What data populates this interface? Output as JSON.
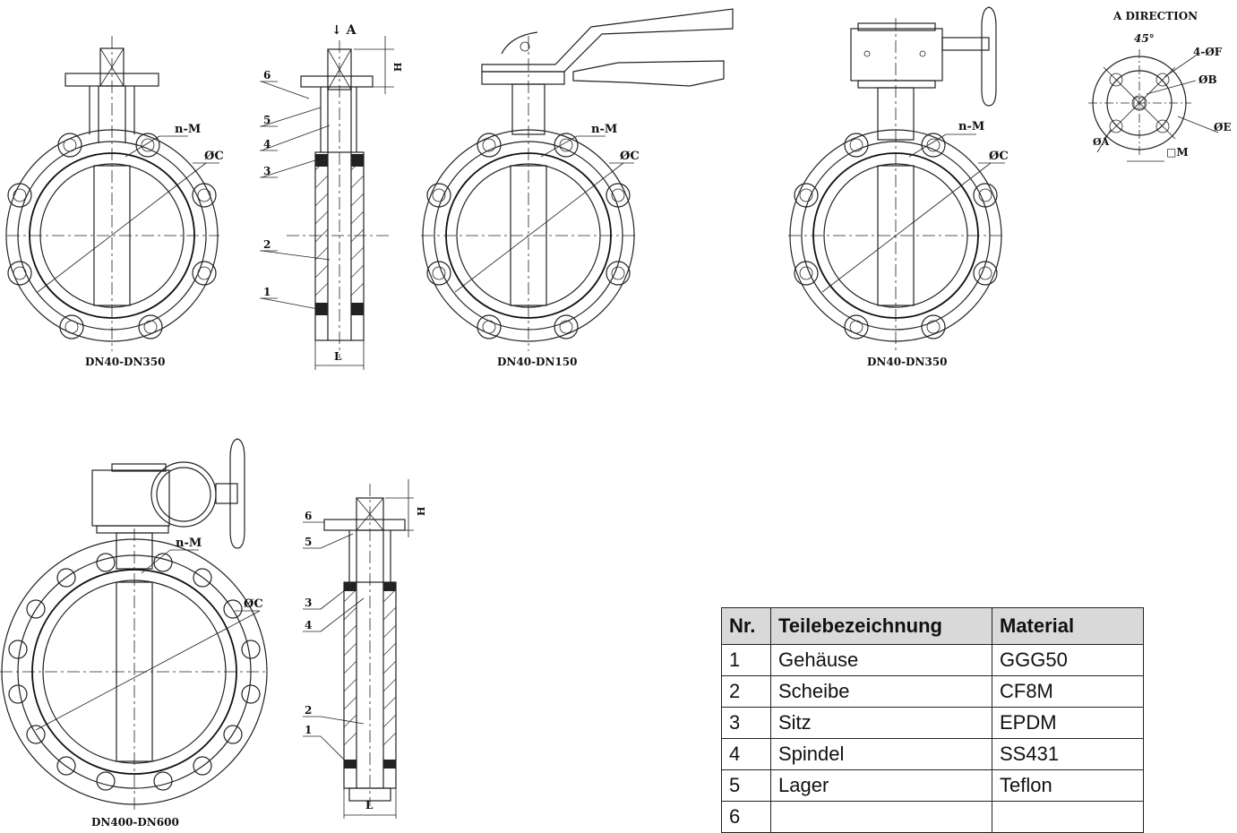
{
  "labels": {
    "view1_caption": "DN40-DN350",
    "view3_caption": "DN40-DN150",
    "view4_caption": "DN40-DN350",
    "view5_caption": "DN400-DN600",
    "n_m": "n-M",
    "diam_c": "ØC",
    "arrow_a": "A",
    "dim_h": "H",
    "dim_l": "L",
    "a_direction": "A DIRECTION",
    "angle_45": "45°",
    "four_f": "4-ØF",
    "diam_b": "ØB",
    "diam_e": "ØE",
    "diam_a": "ØA",
    "square_m": "□M",
    "part_1": "1",
    "part_2": "2",
    "part_3": "3",
    "part_4": "4",
    "part_5": "5",
    "part_6": "6"
  },
  "table": {
    "headers": [
      "Nr.",
      "Teilebezeichnung",
      "Material"
    ],
    "rows": [
      [
        "1",
        "Gehäuse",
        "GGG50"
      ],
      [
        "2",
        "Scheibe",
        "CF8M"
      ],
      [
        "3",
        "Sitz",
        "EPDM"
      ],
      [
        "4",
        "Spindel",
        "SS431"
      ],
      [
        "5",
        "Lager",
        "Teflon"
      ],
      [
        "6",
        "",
        ""
      ]
    ]
  }
}
